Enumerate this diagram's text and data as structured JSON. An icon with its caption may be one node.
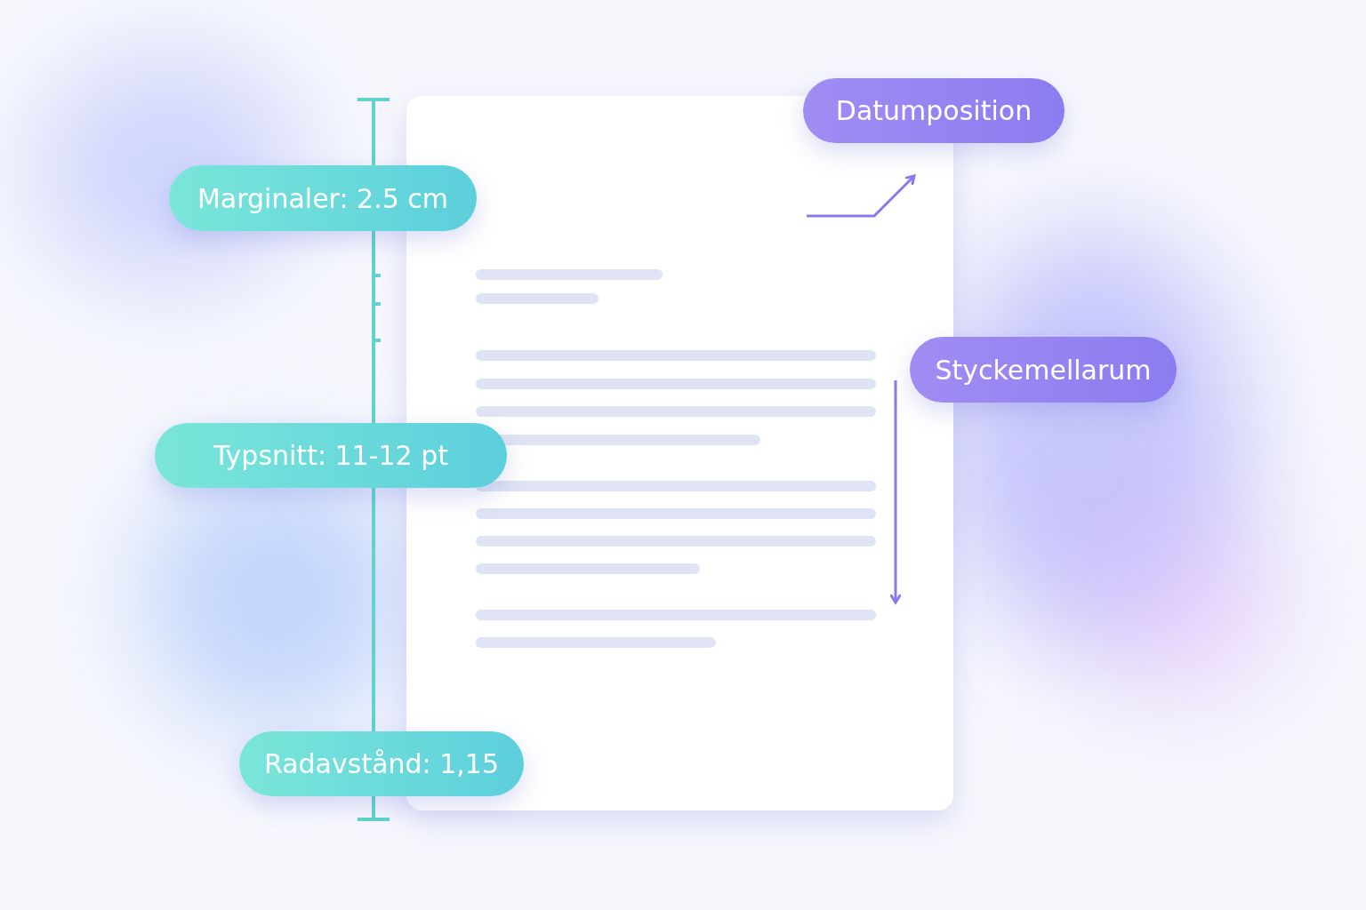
{
  "diagram": {
    "nodes": [
      {
        "text": [
          "Datumposition"
        ]
      },
      {
        "text": [
          "Marginaler: 2.5 cm"
        ]
      },
      {
        "text": [
          "Styckemellarum"
        ]
      },
      {
        "text": [
          "Typsnitt: 11-12 pt"
        ]
      },
      {
        "text": [
          "Radavstånd: 1,15"
        ]
      }
    ]
  }
}
